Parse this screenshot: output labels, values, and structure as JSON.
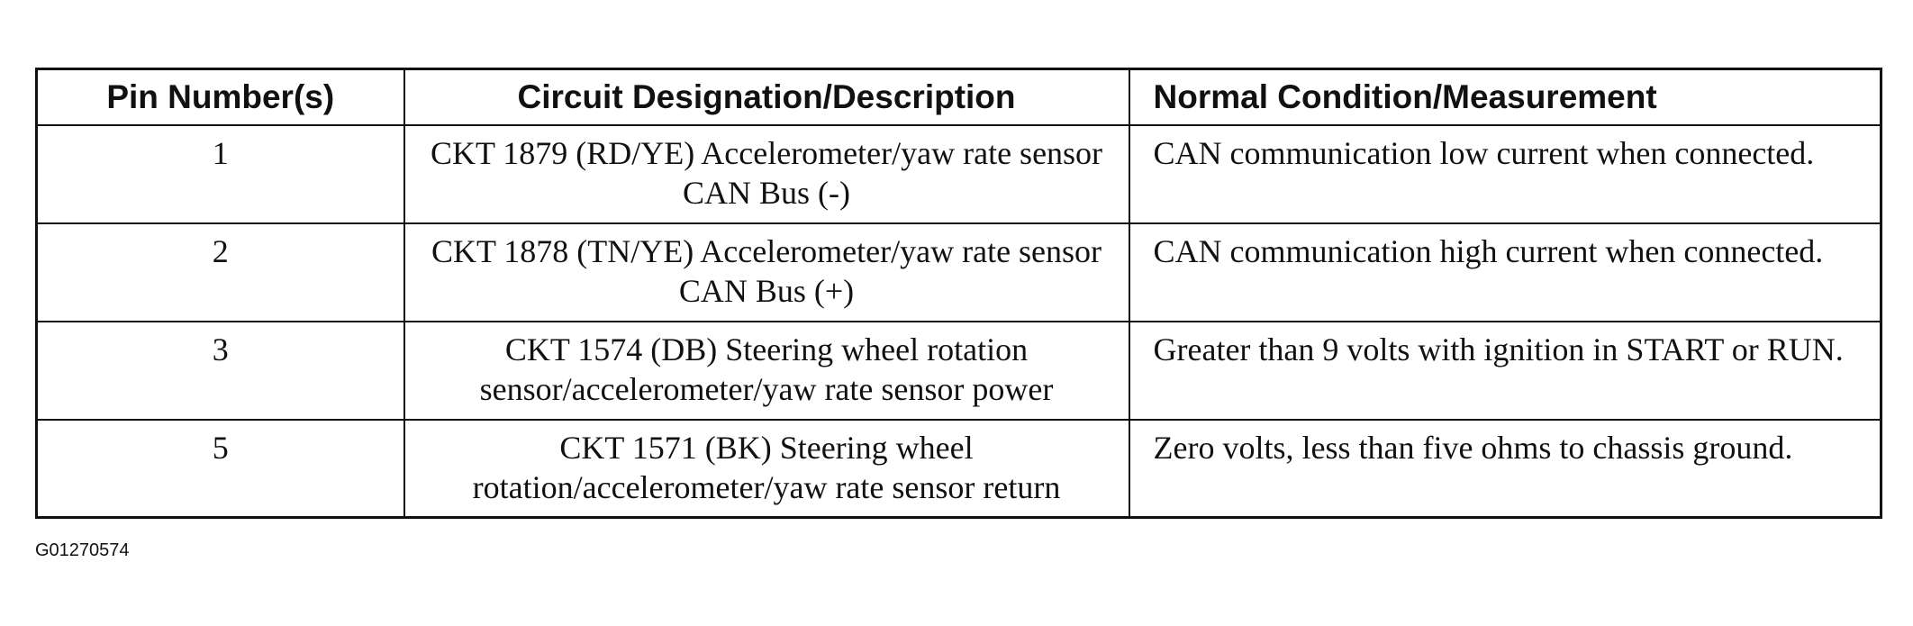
{
  "table": {
    "headers": [
      "Pin Number(s)",
      "Circuit Designation/Description",
      "Normal Condition/Measurement"
    ],
    "rows": [
      {
        "pin": "1",
        "circuit": "CKT 1879 (RD/YE) Accelerometer/yaw rate sensor CAN Bus (-)",
        "condition": "CAN communication low current when connected."
      },
      {
        "pin": "2",
        "circuit": "CKT 1878 (TN/YE) Accelerometer/yaw rate sensor CAN Bus (+)",
        "condition": "CAN communication high current when connected."
      },
      {
        "pin": "3",
        "circuit": "CKT 1574 (DB) Steering wheel rotation sensor/accelerometer/yaw rate sensor power",
        "condition": "Greater than 9 volts with ignition in START or RUN."
      },
      {
        "pin": "5",
        "circuit": "CKT 1571 (BK) Steering wheel rotation/accelerometer/yaw rate sensor return",
        "condition": "Zero volts, less than five ohms to chassis ground."
      }
    ]
  },
  "figure_id": "G01270574"
}
